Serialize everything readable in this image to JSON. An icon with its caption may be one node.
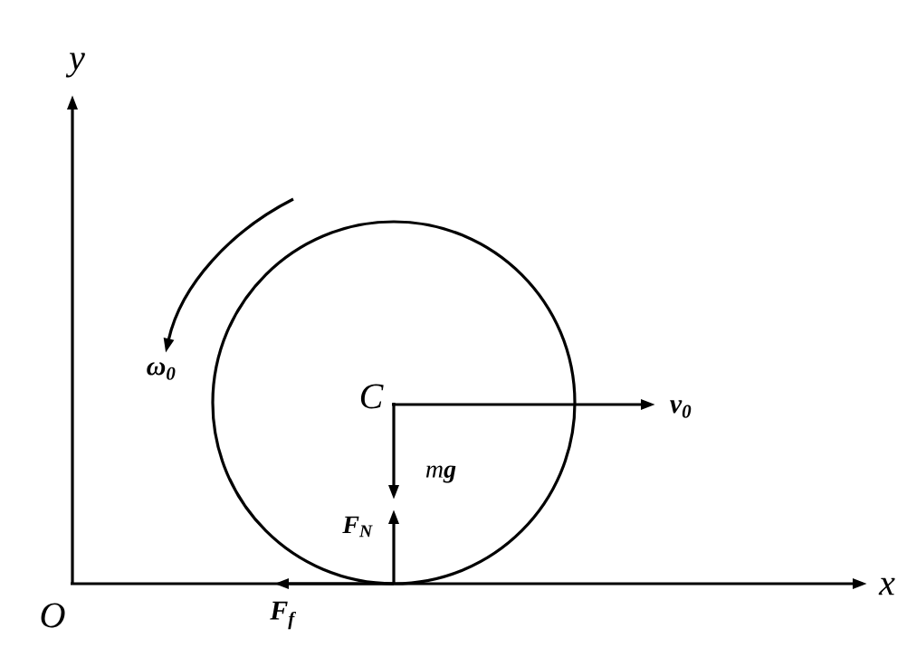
{
  "diagram": {
    "labels": [
      "y",
      "ω$_{0}$",
      "C",
      "v$_{0}$",
      "m**g**",
      "F$_{N}$",
      "x",
      "O",
      "F$_{f}$"
    ]
  }
}
